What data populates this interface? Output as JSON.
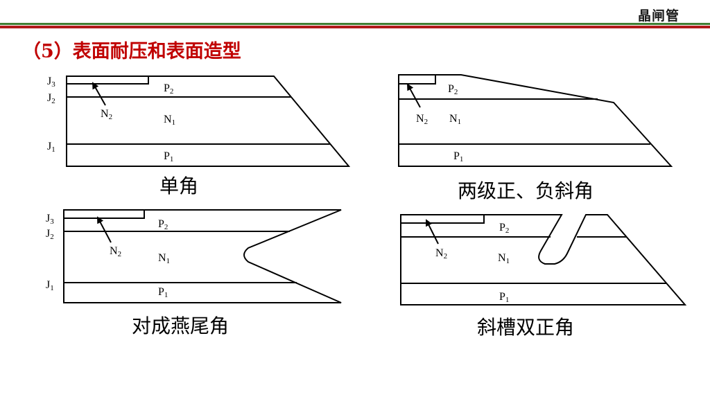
{
  "header": {
    "logo": "晶闸管",
    "title": "（5）表面耐压和表面造型"
  },
  "labels": {
    "J": "J",
    "P": "P",
    "N": "N",
    "s1": "1",
    "s2": "2",
    "s3": "3"
  },
  "diagrams": [
    {
      "caption": "单角"
    },
    {
      "caption": "两级正、负斜角"
    },
    {
      "caption": "对成燕尾角"
    },
    {
      "caption": "斜槽双正角"
    }
  ]
}
